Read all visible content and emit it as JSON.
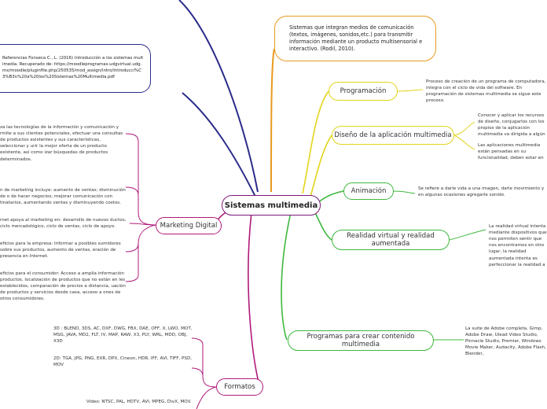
{
  "central": {
    "title": "Sistemas multimedia"
  },
  "definition": "Sistemas que integran medios de comunicación (textos, imágenes, sonidos,etc.) para transmitir información mediante un producto multisensorial e interactivo. (Rodil, 2010).",
  "reference": "Referencias Fonseca C., L. (2016) Introducción a los sistemas multimedia. Recuperado de: https://moodleprogramas.udgvirtual.udg.mx/moodle/pluginfile.php/250535/mod_assign/intro/Introducci%C3%B3n%20a%20los%20Sistemas%20Multimedia.pdf",
  "topics": {
    "programacion": {
      "label": "Programación",
      "note": "Proceso de creación de un programa de computadora, integra con el ciclo de vida del software. En programación de sistemas multimedia se sigue este proceso."
    },
    "diseno": {
      "label": "Diseño de la aplicación multimedia",
      "note1": "Conocer y aplicar los recursos de diseño, conjugarlos con los propios de la aplicación multimedia va dirigida a algún público.",
      "note2": "Las aplicaciones multimedia están pensadas en su funcionalidad, deben estar en el diseño."
    },
    "animacion": {
      "label": "Animación",
      "note": "Se refiere a darle vida a una imagen, darle movimiento y en algunas ocasiones agregarle sonido."
    },
    "realidad": {
      "label": "Realidad virtual y realidad aumentada",
      "note": "La realidad virtual intenta mediante dispositivos que nos permiten sentir que nos encontramos en otro lugar, la realidad aumentada intenta es perfeccionar la realidad a través de nuestros sentidos."
    },
    "programas": {
      "label": "Programas para crear contenido multimedia",
      "note": "La suite de Adobe completa, Gimp, Adobe Draw, Ulead Video Studio, Pinnacle Studio, Premier, Windows Movie Maker, Audacity, Adobe Flash, Blender,"
    },
    "marketing": {
      "label": "Marketing Digital",
      "note1": "za las tecnologías de la información y comunicación y rmite a sus clientes potenciales, efectuar una consultas de productos existentes y sus características, seleccionar y urir la mejor oferta de un producto existente, así como izar búsquedas de productos determinados.",
      "note2": "n de marketing incluye: aumento de ventas; disminución de o de hacer negocios; mejorar comunicación con tinatarios, aumentando ventas y disminuyendo costos.",
      "note3": "rnet apoya al marketing en: desarrollo de nuevos ductos, ciclo mercadológico, ciclo de ventas, ciclo de apoyo.",
      "note4": "eficios para la empresa: Informar a posibles sumidores sobre sus productos, aumento de ventas, eración de presencia en Internet.",
      "note5": "eficios para el consumidor: Acceso a amplia información productos, localización de productos que no están en les establecidos, comparación de precios a distancia, uación de productos y servicios desde casa, acceso a ones de otros consumidores."
    },
    "formatos": {
      "label": "Formatos",
      "note3d": "3D : BLEND, 3DS, AC, DXF, DWG, FBX, DAE, OFF, X, LWO, MOT, MSG, JAVA, MD2, FLT, IV, MAP, RAW, X3, PLY, WRL, MDD, OBJ, X3D",
      "note2d": "2D: TGA, JPG, PNG, EXR, DPX, Cineon, HDR, IFF, AVI, TIFF, PSD, MOV",
      "notevideo": "Video: NTSC, PAL, HDTV, AVI, MPEG, DivX, MOV."
    }
  },
  "colors": {
    "navy": "#2b2b8a",
    "orange": "#e89a1e",
    "yellow": "#e3d41a",
    "green": "#3eb83e",
    "magenta": "#b0187a",
    "central_border": "#7a1a7a"
  }
}
